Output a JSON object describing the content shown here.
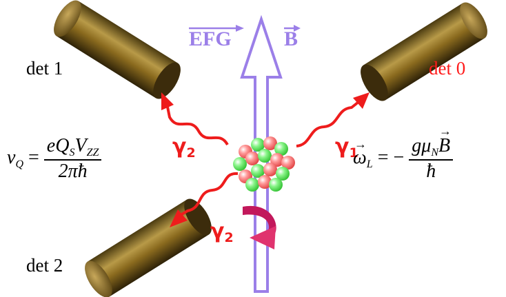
{
  "labels": {
    "det0": "det 0",
    "det1": "det 1",
    "det2": "det 2",
    "efg": "EFG",
    "b_field": "B"
  },
  "gammas": [
    {
      "symbol": "γ",
      "index": "2"
    },
    {
      "symbol": "γ",
      "index": "1"
    },
    {
      "symbol": "γ",
      "index": "2"
    }
  ],
  "formula_nu": {
    "lhs": "ν",
    "lhs_sub": "Q",
    "eq": "=",
    "num_e": "eQ",
    "num_s": "S",
    "num_v": "V",
    "num_zz": "ZZ",
    "den": "2πħ"
  },
  "formula_omega": {
    "lhs": "ω",
    "lhs_sub": "L",
    "eq": "= −",
    "num_g": "gμ",
    "num_n": "N",
    "num_b": "B",
    "den": "ħ"
  },
  "colors": {
    "detector": "#8a6a1e",
    "vector": "#9b7fe8",
    "gamma": "#ee1c1c",
    "det0_text": "#ff1a1a",
    "rotation_arrow": "#c2185b",
    "nucleon_red": "#ff7a7a",
    "nucleon_green": "#66ee66"
  }
}
